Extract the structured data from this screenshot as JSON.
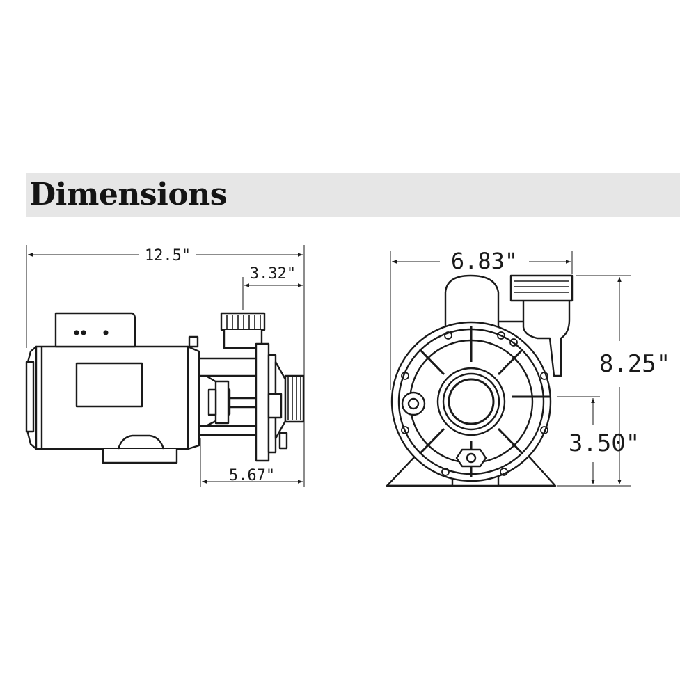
{
  "title": "Dimensions",
  "side_view": {
    "overall_length": "12.5\"",
    "outlet_offset": "3.32\"",
    "pump_end_length": "5.67\""
  },
  "front_view": {
    "width": "6.83\"",
    "height": "8.25\"",
    "shaft_height": "3.50\""
  },
  "colors": {
    "title_bar": "#e6e6e6",
    "line": "#1a1a1a"
  }
}
